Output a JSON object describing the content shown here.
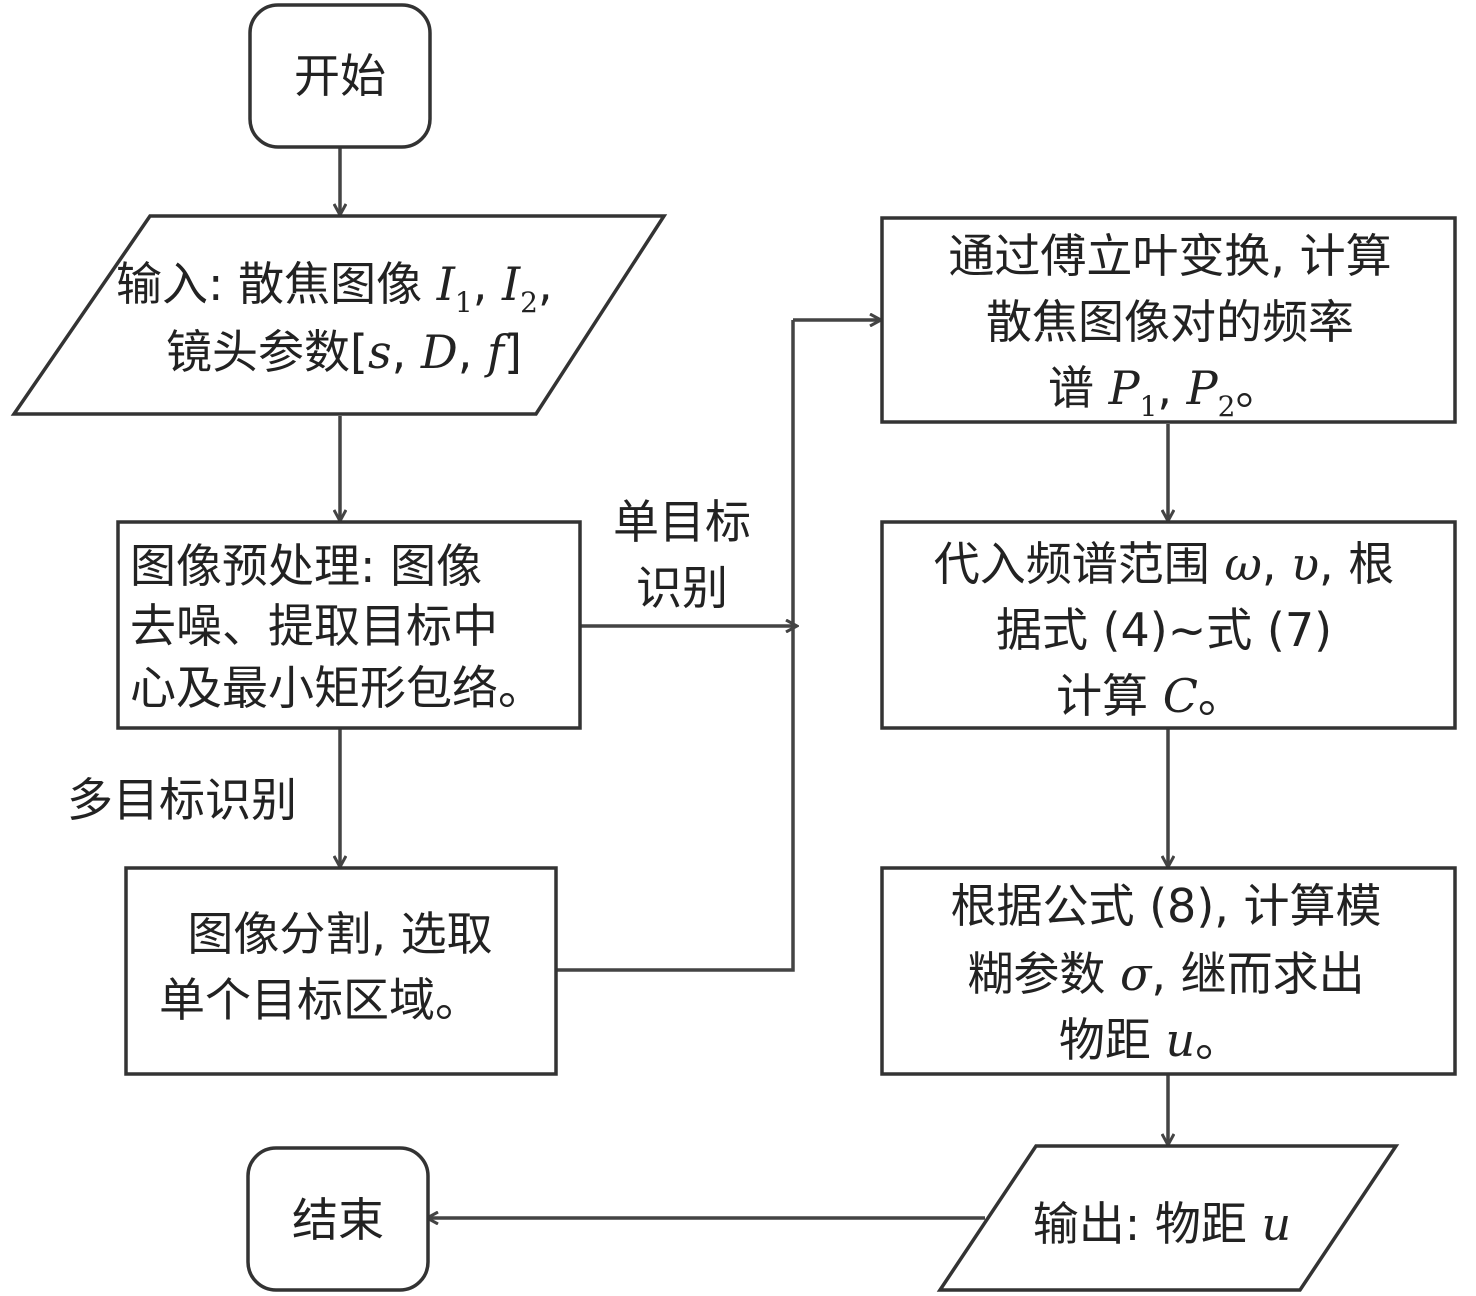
{
  "nodes": {
    "start": {
      "label": "开始"
    },
    "input": {
      "line1_prefix": "输入: 散焦图像 ",
      "var_I": "I",
      "sub_1": "1",
      "comma": ", ",
      "sub_2": "2",
      "trail": ",",
      "line2_prefix": "镜头参数[",
      "var_s": "s",
      "var_D": "D",
      "var_f": "f",
      "close": "]"
    },
    "preprocess": {
      "line1": "图像预处理: 图像",
      "line2": "去噪、提取目标中",
      "line3": "心及最小矩形包络。"
    },
    "segment": {
      "line1": "图像分割, 选取",
      "line2": "单个目标区域。"
    },
    "fourier": {
      "line1": "通过傅立叶变换, 计算",
      "line2": "散焦图像对的频率",
      "line3_prefix": "谱 ",
      "var_P": "P",
      "sub_1": "1",
      "comma": ", ",
      "sub_2": "2",
      "end": "。"
    },
    "compute_c": {
      "line1_prefix": "代入频谱范围 ",
      "var_omega": "ω",
      "comma": ", ",
      "var_v": "υ",
      "line1_suffix": ", 根",
      "line2": "据式 (4)~式 (7)",
      "line3_prefix": "计算 ",
      "var_C": "C",
      "end": "。"
    },
    "compute_u": {
      "line1": "根据公式 (8), 计算模",
      "line2_prefix": "糊参数 ",
      "var_sigma": "σ",
      "line2_suffix": ", 继而求出",
      "line3_prefix": "物距 ",
      "var_u": "u",
      "end": "。"
    },
    "output": {
      "prefix": "输出: 物距 ",
      "var_u": "u"
    },
    "end": {
      "label": "结束"
    }
  },
  "edge_labels": {
    "single_target_line1": "单目标",
    "single_target_line2": "识别",
    "multi_target": "多目标识别"
  }
}
